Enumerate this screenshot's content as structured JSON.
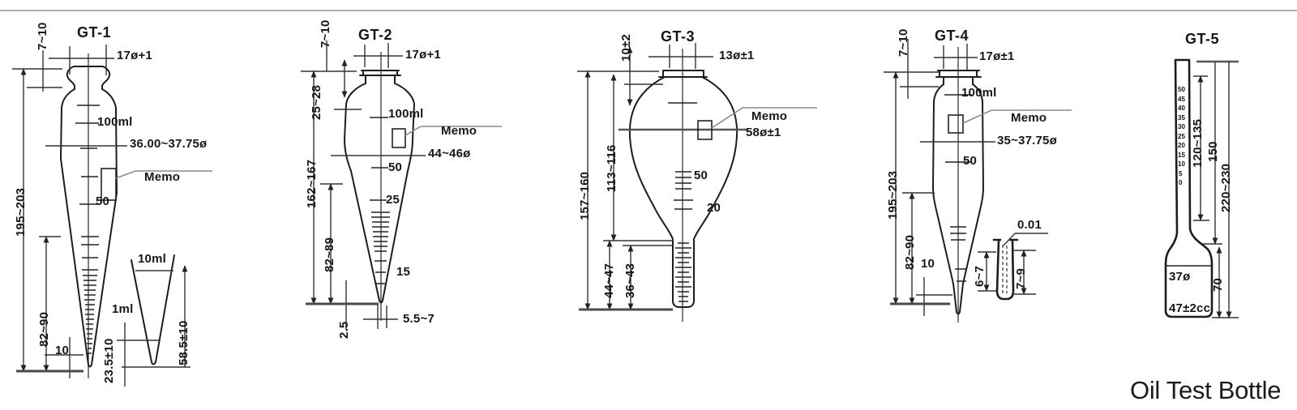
{
  "page": {
    "caption": "Oil Test Bottle",
    "colors": {
      "ink": "#222222",
      "leader_gray": "#8c8c8c",
      "baseline": "#4a4a4a",
      "top_border": "#b0b0b0",
      "background": "#ffffff"
    }
  },
  "bottles": [
    {
      "id": "gt1",
      "title": "GT-1",
      "labels": {
        "neck_height": "7~10",
        "mouth_dia": "17ø+1",
        "volume": "100ml",
        "body_dia": "36.00~37.75ø",
        "memo": "Memo",
        "grad_50": "50",
        "total_height": "195~203",
        "cone_height": "82~90",
        "tip_height": "10",
        "inset_volume_10": "10ml",
        "inset_volume_1": "1ml",
        "inset_width": "23.5±10",
        "inset_height": "58.5±10"
      }
    },
    {
      "id": "gt2",
      "title": "GT-2",
      "labels": {
        "neck_height": "7~10",
        "mouth_dia": "17ø+1",
        "shoulder_height": "25~28",
        "volume": "100ml",
        "memo": "Memo",
        "body_dia": "44~46ø",
        "grad_50": "50",
        "grad_25": "25",
        "grad_15": "15",
        "total_height": "162~167",
        "cone_height": "82~89",
        "tip_offset": "2.5",
        "tip_dia": "5.5~7"
      }
    },
    {
      "id": "gt3",
      "title": "GT-3",
      "labels": {
        "neck_height": "10±2",
        "mouth_dia": "13ø±1",
        "memo": "Memo",
        "body_dia": "58ø±1",
        "grad_50": "50",
        "grad_20": "20",
        "total_height": "157~160",
        "body_height": "113~116",
        "stem_height_outer": "44~47",
        "stem_height_inner": "36~43"
      }
    },
    {
      "id": "gt4",
      "title": "GT-4",
      "labels": {
        "neck_height": "7~10",
        "mouth_dia": "17ø±1",
        "volume": "100ml",
        "memo": "Memo",
        "body_dia": "35~37.75ø",
        "grad_50": "50",
        "total_height": "195~203",
        "cone_height": "82~90",
        "tip_height": "10",
        "inset_grad": "0.01",
        "inset_tip_height": "6~7",
        "inset_tube_height": "7~9"
      }
    },
    {
      "id": "gt5",
      "title": "GT-5",
      "scale": [
        "50",
        "45",
        "40",
        "35",
        "30",
        "25",
        "20",
        "15",
        "10",
        "5",
        "0"
      ],
      "labels": {
        "scale_height": "120~135",
        "tube_height": "150",
        "total_height": "220~230",
        "body_dia": "37ø",
        "body_height": "70",
        "volume": "47±2cc"
      }
    }
  ]
}
